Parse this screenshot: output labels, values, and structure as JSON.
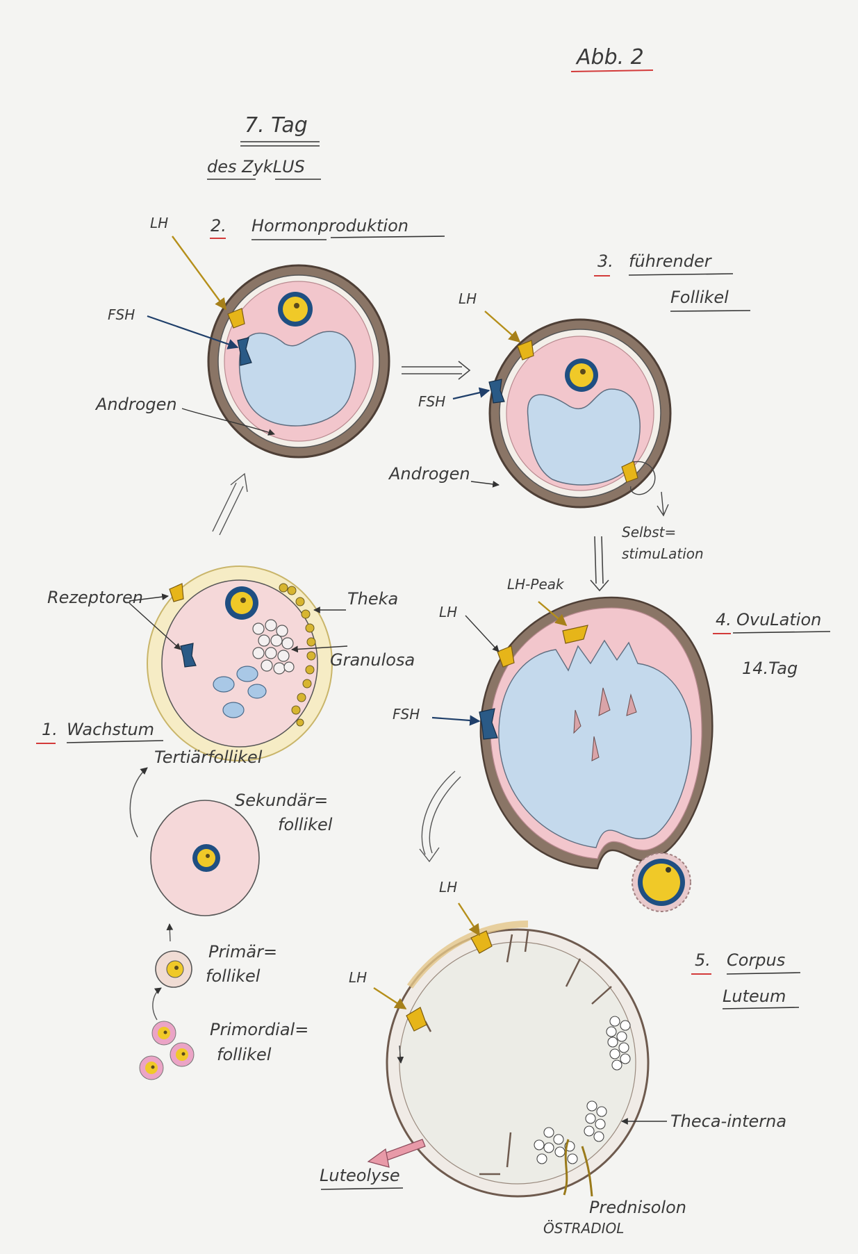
{
  "title": "Abb. 2",
  "day_heading": {
    "line1": "7. Tag",
    "line2": "des ZykLUS"
  },
  "stages": {
    "s1": {
      "num": "1.",
      "name": "Wachstum"
    },
    "s2": {
      "num": "2.",
      "name": "Hormonproduktion"
    },
    "s3": {
      "num": "3.",
      "line1": "führender",
      "line2": "Follikel"
    },
    "s4": {
      "num": "4.",
      "name": "OvuLation",
      "day": "14.Tag"
    },
    "s5": {
      "num": "5.",
      "line1": "Corpus",
      "line2": "Luteum"
    }
  },
  "labels": {
    "lh": "LH",
    "fsh": "FSH",
    "androgen": "Androgen",
    "selbst1": "Selbst=",
    "selbst2": "stimuLation",
    "lh_peak": "LH-Peak",
    "rezeptoren": "Rezeptoren",
    "theka": "Theka",
    "granulosa": "Granulosa",
    "tertiaer": "Tertiärfollikel",
    "sekundaer1": "Sekundär=",
    "sekundaer2": "follikel",
    "primaer1": "Primär=",
    "primaer2": "follikel",
    "primordial1": "Primordial=",
    "primordial2": "follikel",
    "theca_interna": "Theca-interna",
    "luteolyse": "Luteolyse",
    "prednisolon": "Prednisolon",
    "oestradiol": "ÖSTRADIOL"
  },
  "colors": {
    "paper": "#f4f4f2",
    "theca_brown": "#6e5a4e",
    "granulosa_pink": "#f2c6cc",
    "antrum_blue": "#c4d9ec",
    "oocyte_yellow": "#f0c928",
    "oocyte_blue": "#1f4f82",
    "receptor_yellow": "#e6b519",
    "receptor_blue": "#2a5a86",
    "underline_red": "#d33a3a",
    "luteolyse_pink": "#e89aa8"
  }
}
